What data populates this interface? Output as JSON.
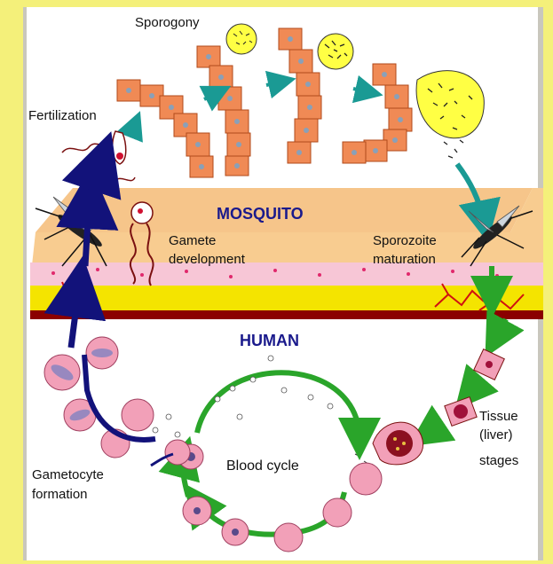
{
  "labels": {
    "sporogony": "Sporogony",
    "fertilization": "Fertilization",
    "mosquito": "MOSQUITO",
    "gamete_line1": "Gamete",
    "gamete_line2": "development",
    "sporozoite_line1": "Sporozoite",
    "sporozoite_line2": "maturation",
    "human": "HUMAN",
    "tissue_line1": "Tissue",
    "tissue_line2": "(liver)",
    "tissue_line3": "stages",
    "gametocyte_line1": "Gametocyte",
    "gametocyte_line2": "formation",
    "blood_cycle": "Blood cycle"
  },
  "colors": {
    "background": "#f4f07a",
    "mosquito_tissue": "#f8cc90",
    "cell": "#f08a55",
    "sporozoite_cyst": "#ffff44",
    "blue_arrow": "#12127a",
    "green_arrow": "#2aa52a",
    "teal_arrow": "#1a9a94",
    "blood_cell": "#f2a0b8",
    "skin_red": "#8b0000"
  }
}
